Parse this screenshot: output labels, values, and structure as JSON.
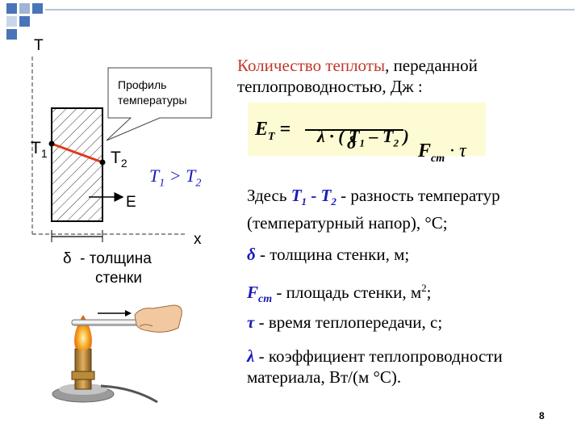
{
  "diagram": {
    "axis_t": "T",
    "axis_x": "x",
    "label_profile": "Профиль\nтемпературы",
    "label_t1_main": "T",
    "label_t1_sub": "1",
    "label_t2_main": "T",
    "label_t2_sub": "2",
    "label_e": "E",
    "cmp_t1": "T",
    "cmp_1": "1",
    "cmp_gt": " > ",
    "cmp_t2": "T",
    "cmp_2": "2",
    "delta_caption_line1": "δ  - толщина",
    "delta_caption_line2": "стенки"
  },
  "heading": {
    "line1_colored": "Количество теплоты",
    "line1_rest": ", переданной",
    "line2": "теплопроводностью, Дж :"
  },
  "formula": {
    "lhs_main": "E",
    "lhs_sub": "T",
    "equals": " = ",
    "num_lambda": "λ · ( ",
    "num_t1": "T",
    "num_1": "1",
    "num_minus": " – ",
    "num_t2": "T",
    "num_2": "2",
    "num_close": " )",
    "den": "δ",
    "area_main": "F",
    "area_sub": "ст",
    "mul_tau": " · τ",
    "bg_color": "#fdfbd4"
  },
  "definitions": {
    "d1_prefix": "Здесь ",
    "d1_t1": "T",
    "d1_1": "1",
    "d1_minus": " - ",
    "d1_t2": "T",
    "d1_2": "2",
    "d1_rest": " - разность температур",
    "d1_line2": "(температурный напор), °С;",
    "d2_sym": "δ",
    "d2_text": " - толщина стенки, м;",
    "d3_sym": "F",
    "d3_sub": "ст",
    "d3_text": " - площадь стенки, м",
    "d3_sup": "2",
    "d3_end": ";",
    "d4_sym": "τ",
    "d4_text": " - время теплопередачи, с;",
    "d5_sym": "λ",
    "d5_text": " - коэффициент теплопроводности",
    "d5_line2": "материала, Вт/(м °С)."
  },
  "page_number": "8",
  "colors": {
    "accent_blue": "#1a1ab8",
    "heading_red": "#c0392b",
    "square_blue": "#4a74b8",
    "square_gray": "#9fb4d6",
    "profile_line": "#e03a1a"
  }
}
